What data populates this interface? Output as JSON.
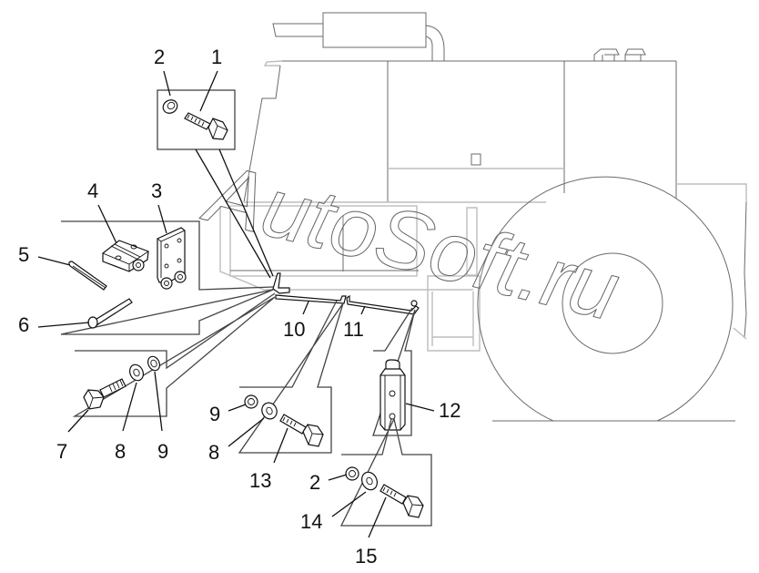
{
  "diagram": {
    "type": "exploded-parts-view",
    "subject": "tractor towing hitch / step mounting",
    "watermark": "AutoSoft.ru",
    "colors": {
      "line": "#111111",
      "background_drawing": "#6b6b6b",
      "background_light": "#bdbdbd",
      "background": "#ffffff"
    },
    "callouts": [
      {
        "id": "c1",
        "label": "1",
        "part": "bolt"
      },
      {
        "id": "c2a",
        "label": "2",
        "part": "spring washer"
      },
      {
        "id": "c3",
        "label": "3",
        "part": "hinge bracket"
      },
      {
        "id": "c4",
        "label": "4",
        "part": "hinge plate"
      },
      {
        "id": "c5",
        "label": "5",
        "part": "cotter pin"
      },
      {
        "id": "c6",
        "label": "6",
        "part": "pin"
      },
      {
        "id": "c7",
        "label": "7",
        "part": "bolt"
      },
      {
        "id": "c8a",
        "label": "8",
        "part": "flat washer"
      },
      {
        "id": "c9a",
        "label": "9",
        "part": "spring washer"
      },
      {
        "id": "c10",
        "label": "10",
        "part": "link rod"
      },
      {
        "id": "c11",
        "label": "11",
        "part": "link rod"
      },
      {
        "id": "c12",
        "label": "12",
        "part": "hex spacer"
      },
      {
        "id": "c9b",
        "label": "9",
        "part": "spring washer"
      },
      {
        "id": "c8b",
        "label": "8",
        "part": "flat washer"
      },
      {
        "id": "c13",
        "label": "13",
        "part": "bolt"
      },
      {
        "id": "c2b",
        "label": "2",
        "part": "spring washer"
      },
      {
        "id": "c14",
        "label": "14",
        "part": "flat washer"
      },
      {
        "id": "c15",
        "label": "15",
        "part": "bolt"
      }
    ]
  }
}
